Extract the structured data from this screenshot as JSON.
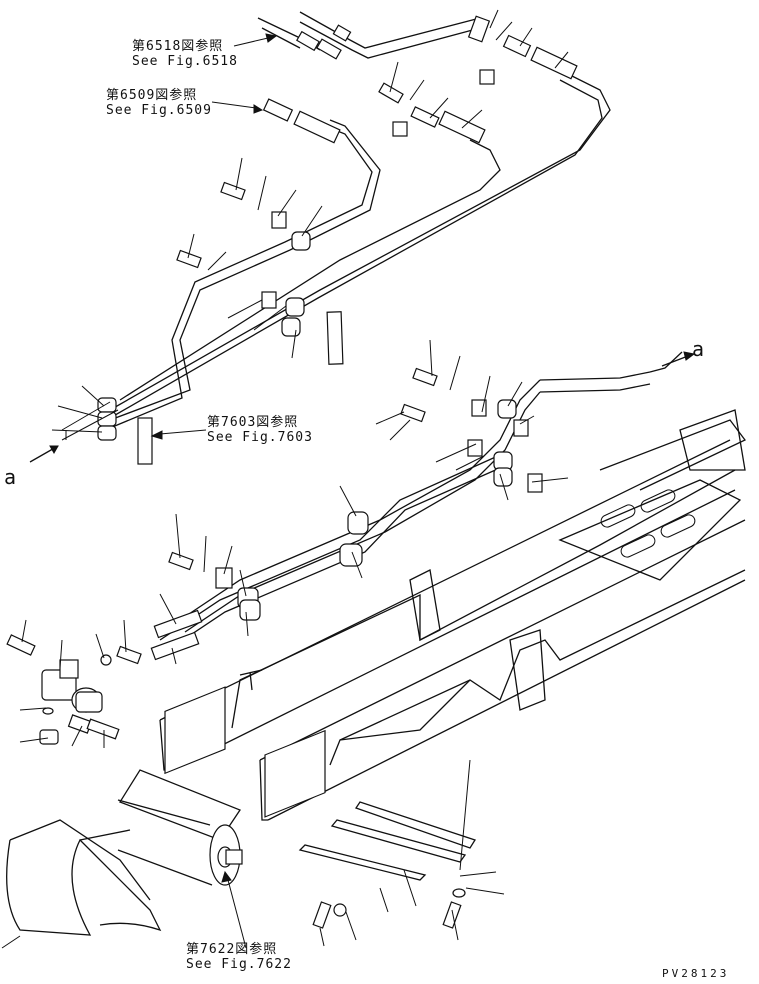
{
  "references": [
    {
      "jp": "第6518図参照",
      "en": "See Fig.6518"
    },
    {
      "jp": "第6509図参照",
      "en": "See Fig.6509"
    },
    {
      "jp": "第7603図参照",
      "en": "See Fig.7603"
    },
    {
      "jp": "第7622図参照",
      "en": "See Fig.7622"
    }
  ],
  "view_marks": {
    "left": "a",
    "right": "a"
  },
  "drawing_code": "PV28123"
}
